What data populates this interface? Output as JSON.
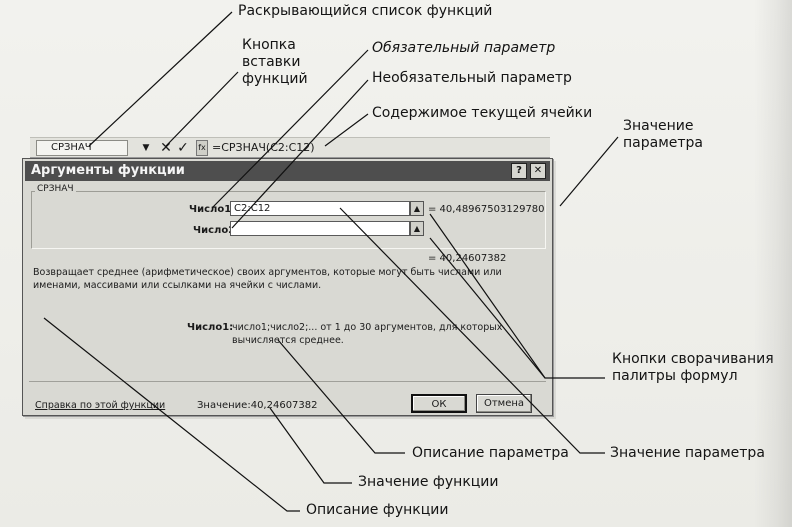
{
  "callouts": {
    "func_dropdown": "Раскрывающийся список функций",
    "insert_button": "Кнопка вставки функций",
    "required_param": "Обязательный параметр",
    "optional_param": "Необязательный параметр",
    "cell_contents": "Содержимое текущей ячейки",
    "param_value_top": "Значение параметра",
    "collapse_buttons": "Кнопки сворачивания палитры формул",
    "param_description": "Описание параметра",
    "param_value_bottom": "Значение параметра",
    "function_value": "Значение функции",
    "function_description": "Описание функции"
  },
  "formula_bar": {
    "name_box": "СРЗНАЧ",
    "dropdown_glyph": "▼",
    "cancel_glyph": "✕",
    "enter_glyph": "✓",
    "fx_glyph": "fx",
    "formula": "=СРЗНАЧ(C2:C12)"
  },
  "dialog": {
    "title": "Аргументы функции",
    "help_glyph": "?",
    "close_glyph": "✕",
    "group_label": "СРЗНАЧ",
    "args": [
      {
        "label": "Число1",
        "value": "C2:C12",
        "result": "= 40,48967503129780"
      },
      {
        "label": "Число2",
        "value": "",
        "result": ""
      }
    ],
    "collapse_glyph": "▲",
    "total_result": "= 40,24607382",
    "description": "Возвращает среднее (арифметическое) своих аргументов, которые могут быть числами или именами, массивами или ссылками на ячейки с числами.",
    "param_name": "Число1:",
    "param_description": "число1;число2;... от 1 до 30 аргументов, для которых вычисляется среднее.",
    "help_link": "Справка по этой функции",
    "value_label": "Значение:",
    "value": "40,24607382",
    "ok_label": "ОК",
    "cancel_label": "Отмена"
  }
}
